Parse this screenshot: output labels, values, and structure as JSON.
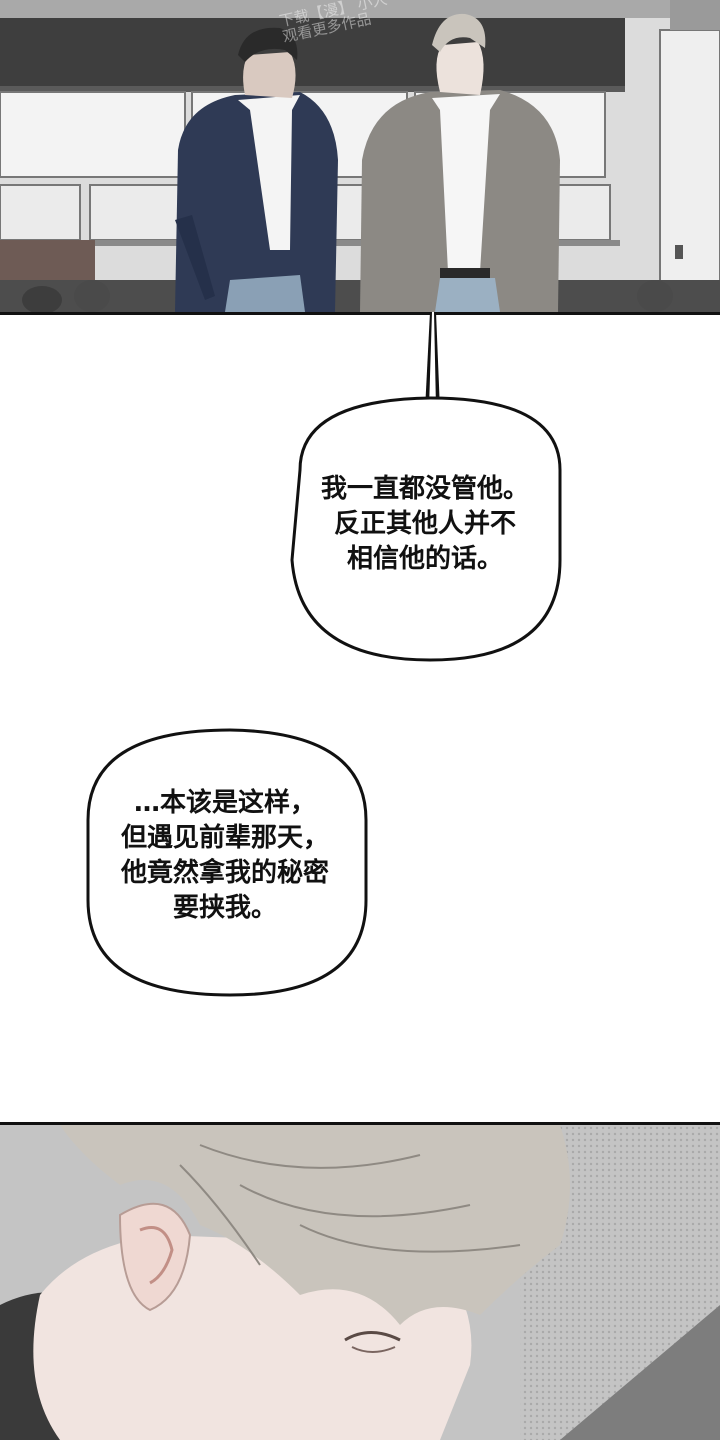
{
  "watermark": {
    "line1": "下载【漫】 小人",
    "line2": "观看更多作品"
  },
  "bubble1": {
    "lines": [
      "我一直都没管他。",
      "反正其他人并不",
      "相信他的话。"
    ]
  },
  "bubble2": {
    "lines": [
      "…本该是这样，",
      "但遇见前辈那天，",
      "他竟然拿我的秘密",
      "要挟我。"
    ]
  },
  "colors": {
    "ink": "#111111",
    "panel_bg": "#ffffff",
    "wall": "#d9d9d9",
    "navy_jacket": "#2f3a55",
    "grey_cardigan": "#8c8984",
    "hair_light": "#c9c4bc",
    "skin": "#f1e4e0"
  }
}
